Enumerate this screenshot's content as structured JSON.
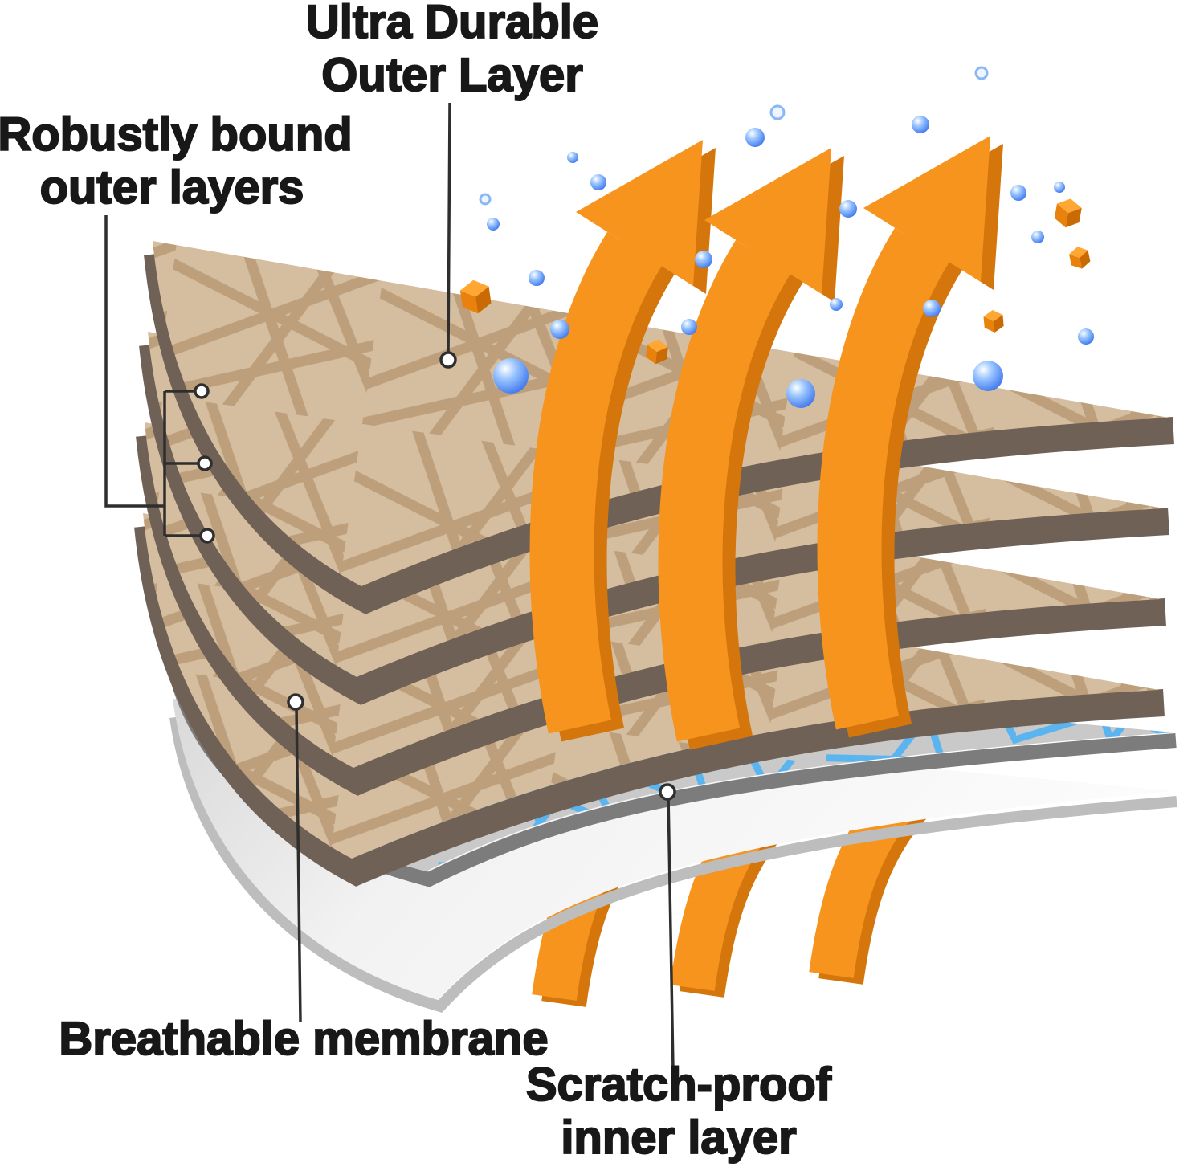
{
  "diagram": {
    "labels": {
      "outer_layer_line1": "Ultra Durable",
      "outer_layer_line2": "Outer Layer",
      "bound_layers_line1": "Robustly bound",
      "bound_layers_line2": "outer layers",
      "membrane": "Breathable membrane",
      "inner_layer_line1": "Scratch-proof",
      "inner_layer_line2": "inner layer"
    },
    "colors": {
      "fabric_tan": "#d5bd9f",
      "fabric_pattern": "#bda07b",
      "fabric_edge": "#6f6156",
      "membrane_gray": "#c9c9c9",
      "membrane_pattern": "#5ab4f0",
      "membrane_edge": "#7c7c7c",
      "inner_white": "#f2f2f2",
      "inner_edge": "#bdbdbd",
      "arrow_orange": "#f7941d",
      "arrow_orange_dark": "#d4760b",
      "droplet_blue": "#2a66e8",
      "label_text": "#181818",
      "leader_line": "#2e2e2e"
    }
  }
}
